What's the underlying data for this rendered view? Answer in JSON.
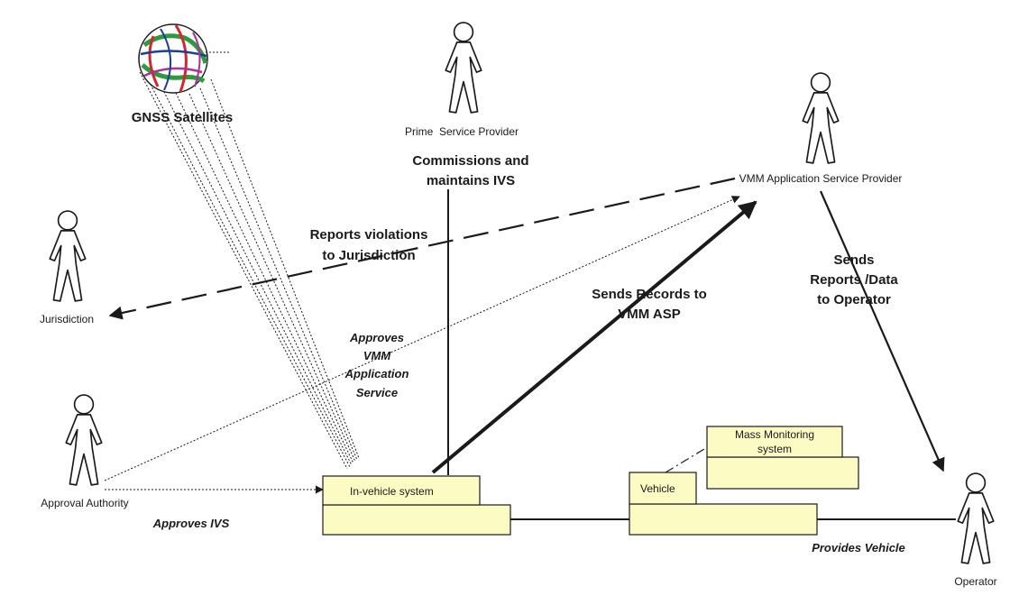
{
  "satellites": {
    "label": "GNSS Satellites",
    "icon": "globe-icon"
  },
  "actors": {
    "prime_service_provider": "Prime  Service Provider",
    "vmm_asp": "VMM Application Service Provider",
    "jurisdiction": "Jurisdiction",
    "approval_authority": "Approval Authority",
    "operator": "Operator"
  },
  "components": {
    "in_vehicle_system": "In-vehicle system",
    "vehicle": "Vehicle",
    "mass_monitoring": [
      "Mass Monitoring",
      "system"
    ]
  },
  "flows": {
    "commissions": [
      "Commissions and",
      "maintains IVS"
    ],
    "reports_violations": [
      "Reports violations",
      "to Jurisdiction"
    ],
    "sends_records": [
      "Sends Records to",
      "VMM ASP"
    ],
    "sends_reports": [
      "Sends",
      "Reports /Data",
      "to Operator"
    ],
    "approves_vmm": [
      "Approves",
      "VMM",
      "Application",
      "Service"
    ],
    "approves_ivs": "Approves IVS",
    "provides_vehicle": "Provides Vehicle"
  },
  "colors": {
    "component_fill": "#fdfbc4",
    "line": "#1a1a1a",
    "globe_green": "#2e9a3e",
    "globe_red": "#d6252b",
    "globe_blue": "#1b3f94",
    "globe_magenta": "#b0309a"
  }
}
